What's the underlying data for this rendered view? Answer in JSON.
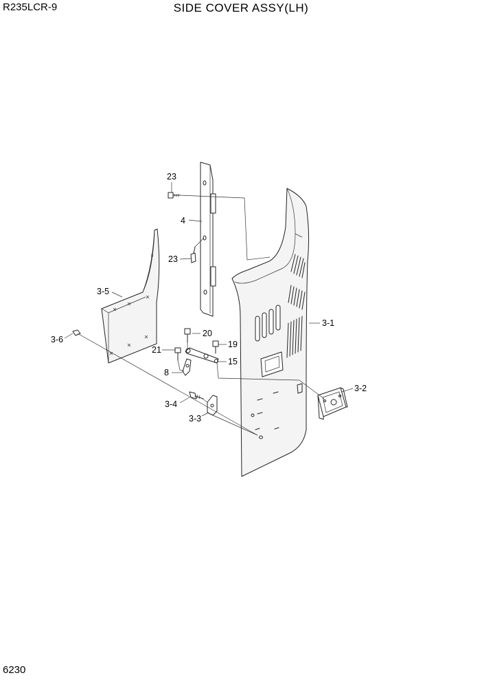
{
  "header": {
    "model_code": "R235LCR-9",
    "title": "SIDE COVER ASSY(LH)"
  },
  "footer": {
    "page_number": "6230"
  },
  "callouts": {
    "c23a": "23",
    "c4": "4",
    "c23b": "23",
    "c3_5": "3-5",
    "c3_1": "3-1",
    "c3_6": "3-6",
    "c20": "20",
    "c19": "19",
    "c21": "21",
    "c15": "15",
    "c8": "8",
    "c3_2": "3-2",
    "c3_4": "3-4",
    "c3_3": "3-3"
  }
}
